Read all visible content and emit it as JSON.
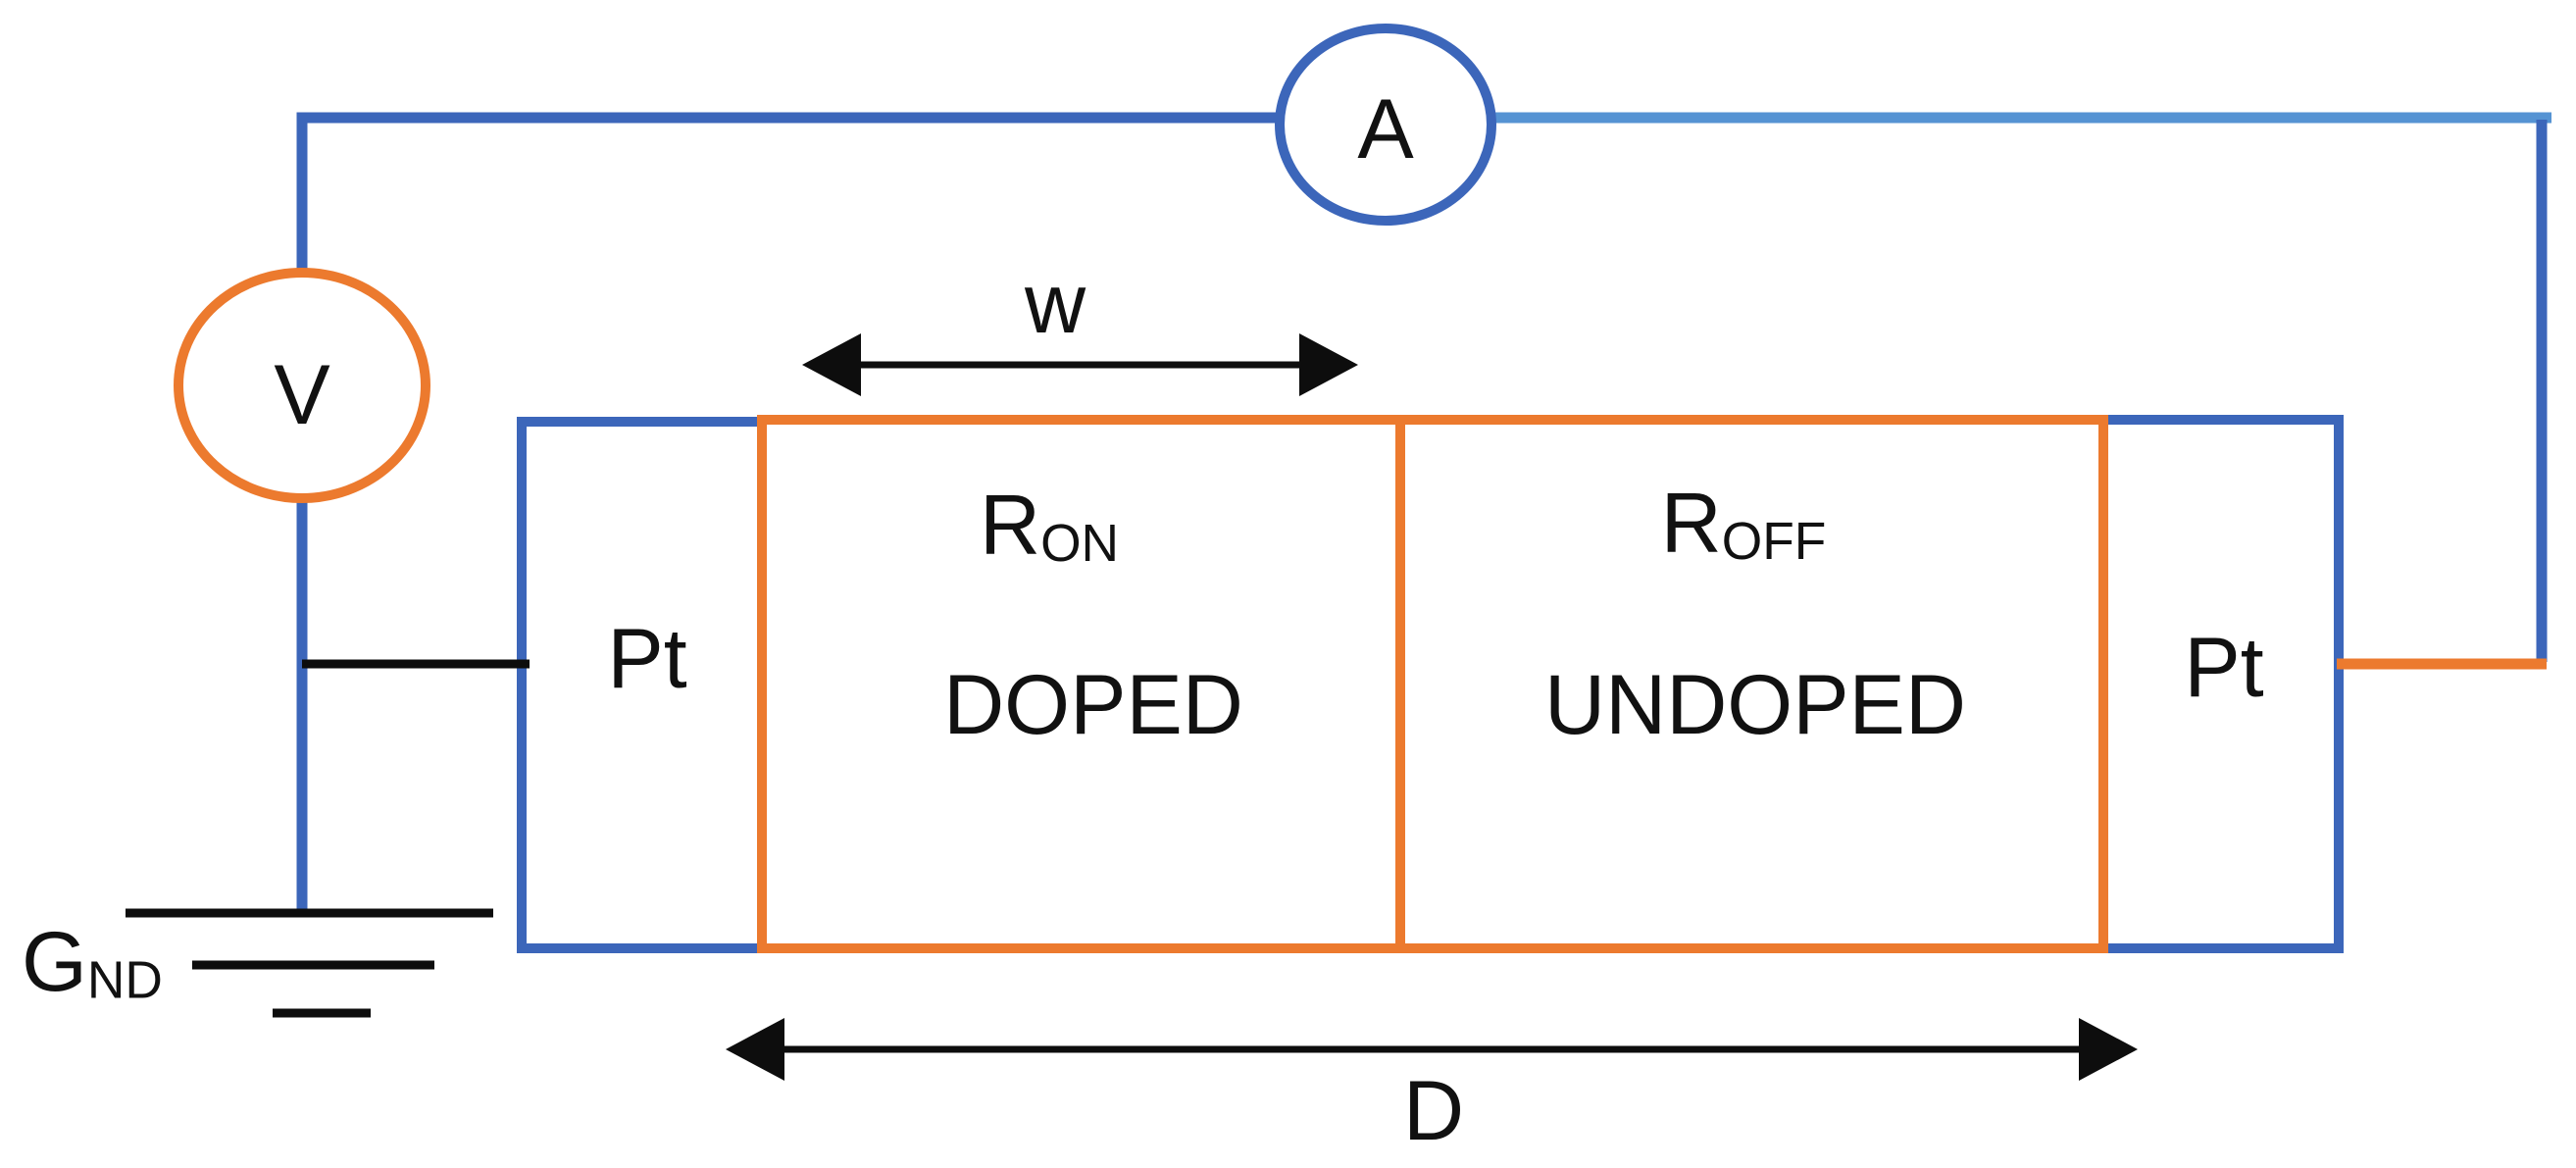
{
  "colors": {
    "blue": "#3c66ba",
    "light_blue": "#5593d3",
    "orange": "#ec7a2e",
    "black": "#0d0d0d",
    "background": "#ffffff"
  },
  "meters": {
    "ammeter": "A",
    "voltmeter": "V"
  },
  "ground": {
    "main": "G",
    "sub": "ND"
  },
  "electrodes": {
    "left": "Pt",
    "right": "Pt"
  },
  "regions": {
    "doped": {
      "r_main": "R",
      "r_sub": "ON",
      "name": "DOPED"
    },
    "undoped": {
      "r_main": "R",
      "r_sub": "OFF",
      "name": "UNDOPED"
    }
  },
  "dimensions": {
    "doped_width": "w",
    "device_length": "D"
  }
}
